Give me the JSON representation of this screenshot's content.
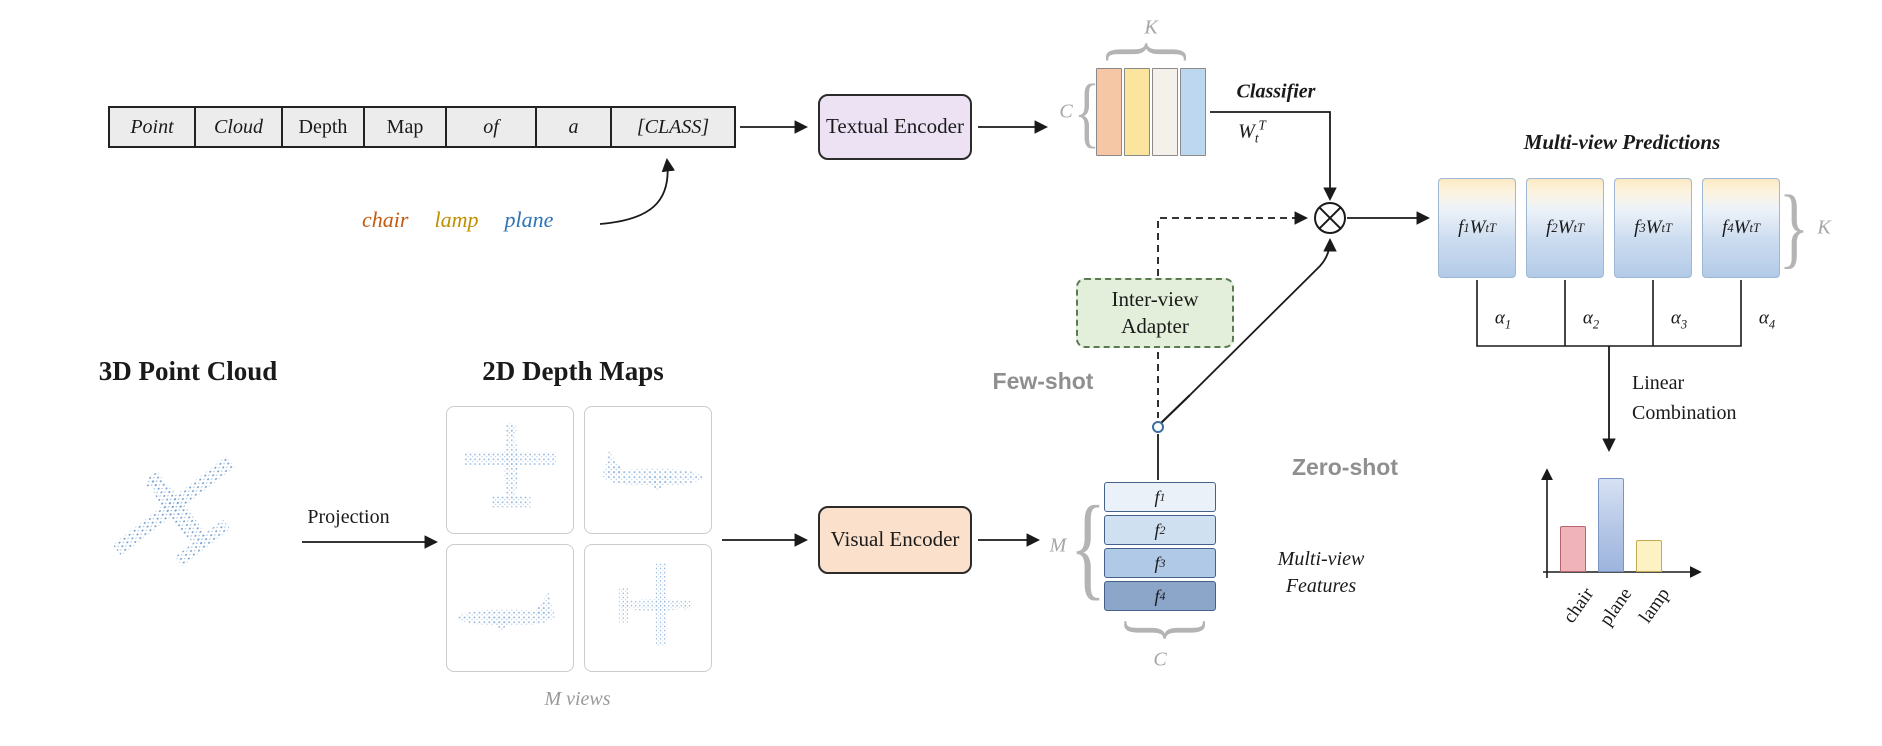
{
  "icons": {
    "brace_open": "{",
    "brace_close": "}"
  },
  "figure": {
    "prompt_table": {
      "cells": [
        "Point",
        "Cloud",
        "Depth",
        "Map",
        "of",
        "a",
        "[CLASS]"
      ]
    },
    "class_words": [
      {
        "label": "chair",
        "color": "#C55A11"
      },
      {
        "label": "lamp",
        "color": "#BF9000"
      },
      {
        "label": "plane",
        "color": "#2E74B5"
      }
    ],
    "textual_encoder": "Textual Encoder",
    "visual_encoder": "Visual Encoder",
    "classifier": {
      "title": "Classifier",
      "weights": "W_t^T",
      "k": "K",
      "c": "C",
      "bar_colors": [
        "#f6c7a4",
        "#fbe49e",
        "#f4f1ea",
        "#bcd7ef"
      ]
    },
    "adapter": "Inter-view Adapter",
    "few_shot": "Few-shot",
    "zero_shot": "Zero-shot",
    "predictions": {
      "title": "Multi-view Predictions",
      "boxes": [
        "f_1 W_t^T",
        "f_2 W_t^T",
        "f_3 W_t^T",
        "f_4 W_t^T"
      ],
      "alphas": [
        "α_1",
        "α_2",
        "α_3",
        "α_4"
      ],
      "k": "K"
    },
    "linear_combination": "Linear Combination",
    "features": {
      "title": "Multi-view Features",
      "rows": [
        "f_1",
        "f_2",
        "f_3",
        "f_4"
      ],
      "m": "M",
      "c": "C",
      "row_colors": [
        "#eaf1f9",
        "#cfe0f1",
        "#afc9e6",
        "#8ba6c9"
      ]
    },
    "point_cloud_title": "3D Point Cloud",
    "depth_maps_title": "2D Depth Maps",
    "projection": "Projection",
    "m_views": "M views"
  },
  "chart_data": {
    "type": "bar",
    "categories": [
      "chair",
      "plane",
      "lamp"
    ],
    "values": [
      0.45,
      0.9,
      0.3
    ],
    "title": "",
    "xlabel": "",
    "ylabel": "",
    "ylim": [
      0,
      1
    ],
    "legend": false,
    "grid": false,
    "note": "qualitative class-score bars after linear combination; plane is the argmax"
  }
}
